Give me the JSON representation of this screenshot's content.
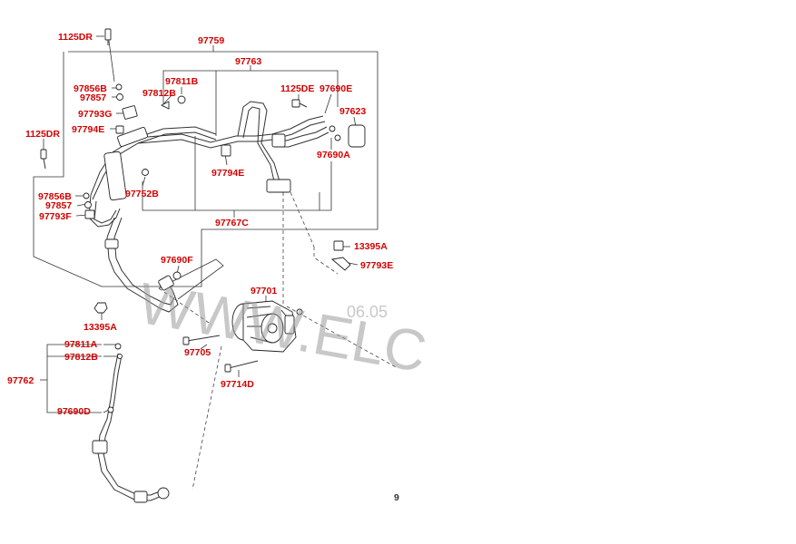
{
  "watermark": {
    "main": "WWW.ELC",
    "date": "06.05",
    "edge_char": "9"
  },
  "labels": [
    "1125DR",
    "97759",
    "97763",
    "97856B",
    "97857",
    "97811B",
    "97812B",
    "1125DE",
    "97690E",
    "97793G",
    "97623",
    "97794E",
    "1125DR",
    "97690A",
    "97794E",
    "97856B",
    "97752B",
    "97857",
    "97793F",
    "97767C",
    "13395A",
    "97793E",
    "97690F",
    "97701",
    "13395A",
    "97811A",
    "97812B",
    "97705",
    "97762",
    "97714D",
    "97690D"
  ]
}
